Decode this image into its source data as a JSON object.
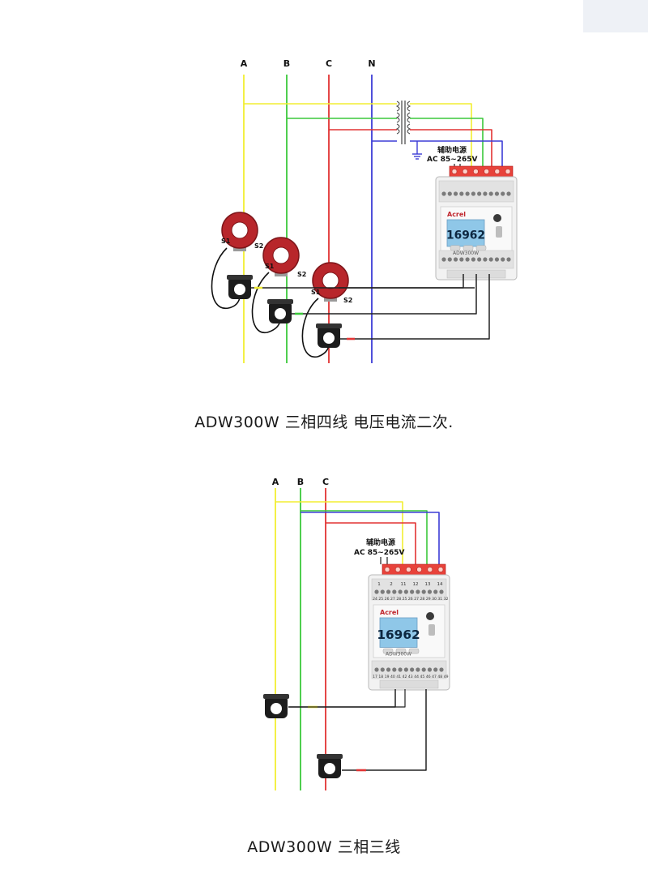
{
  "colors": {
    "phase_a": "#f2ee32",
    "phase_b": "#3bc83b",
    "phase_c": "#e23333",
    "neutral": "#3d3dd6",
    "ground": "#3d3dd6",
    "ct_red": "#b8262b",
    "terminal_red": "#e8423a",
    "wire_black": "#222222",
    "lcd": "#8fc7e8"
  },
  "brand": "Acrel",
  "diagram1": {
    "line_labels": [
      "A",
      "B",
      "C",
      "N"
    ],
    "aux_power": {
      "line1": "辅助电源",
      "line2": "AC 85~265V"
    },
    "ct_labels": {
      "s1": "S1",
      "s2": "S2"
    },
    "meter": {
      "display_value": "16962",
      "model": "ADW300W"
    },
    "caption": "ADW300W 三相四线 电压电流二次."
  },
  "diagram2": {
    "line_labels": [
      "A",
      "B",
      "C"
    ],
    "aux_power": {
      "line1": "辅助电源",
      "line2": "AC 85~265V"
    },
    "meter": {
      "display_value": "16962",
      "model": "ADW300W",
      "top_terminals": [
        "1",
        "2",
        "11",
        "12",
        "13",
        "14"
      ],
      "upper_row": [
        "24",
        "25",
        "26",
        "27",
        "28",
        "25",
        "26",
        "27",
        "28",
        "29",
        "30",
        "31",
        "32"
      ],
      "bottom_row": [
        "17",
        "18",
        "19",
        "40",
        "41",
        "42",
        "43",
        "44",
        "45",
        "46",
        "47",
        "48",
        "49"
      ]
    },
    "caption": "ADW300W 三相三线"
  }
}
